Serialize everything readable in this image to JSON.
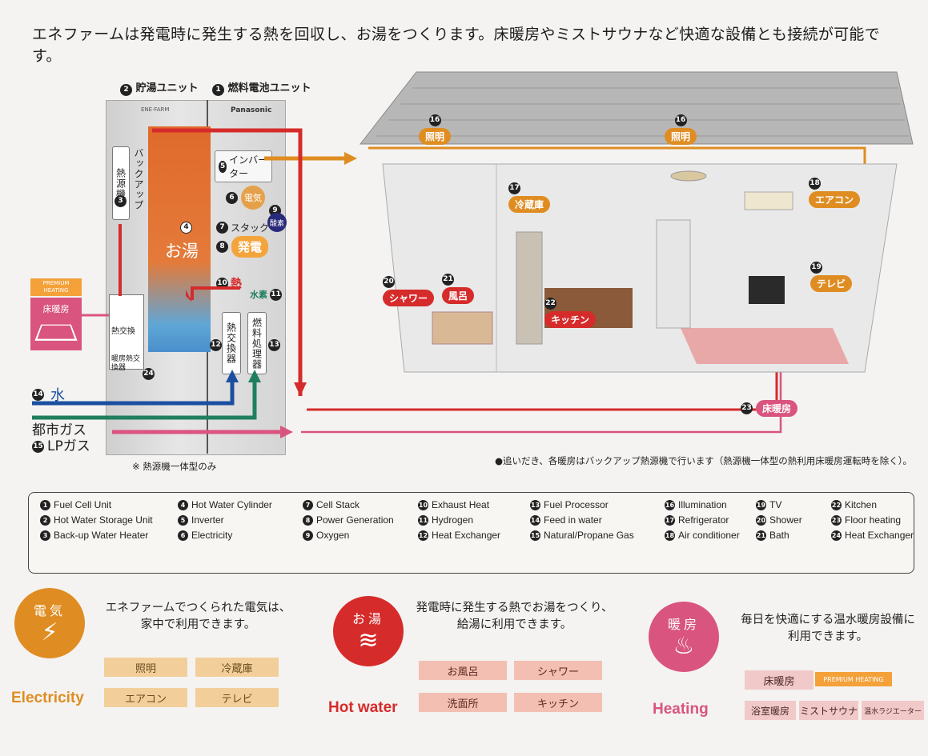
{
  "title": "エネファームは発電時に発生する熱を回収し、お湯をつくります。床暖房やミストサウナなど快適な設備とも接続が可能です。",
  "units": {
    "storage": {
      "num": "2",
      "label": "貯湯ユニット"
    },
    "fuelcell": {
      "num": "1",
      "label": "燃料電池ユニット"
    }
  },
  "cabinet": {
    "brand_left": "ENE·FARM",
    "brand_right": "Panasonic",
    "backup_heater": "熱源機",
    "backup_label": "バックアップ",
    "backup_num": "3",
    "tank_num": "4",
    "tank_label": "お湯",
    "inverter": {
      "num": "5",
      "label": "インバーター"
    },
    "electricity": {
      "num": "6",
      "label": "電気"
    },
    "stack": {
      "num": "7",
      "label": "スタック"
    },
    "power": {
      "num": "8",
      "label": "発電"
    },
    "oxygen": {
      "num": "9",
      "label": "酸素"
    },
    "heat": {
      "num": "10",
      "label": "熱"
    },
    "hydrogen": {
      "num": "11",
      "label": "水素"
    },
    "heat_exchanger": {
      "num": "12",
      "label": "熱交換器"
    },
    "fuel_processor": {
      "num": "13",
      "label": "燃料処理器"
    },
    "heat_exchange_box": "熱交換",
    "heating_exchanger": {
      "num": "24",
      "label": "暖房熱交換器"
    }
  },
  "inputs": {
    "water": {
      "num": "14",
      "label": "水"
    },
    "gas": {
      "num": "15",
      "label_1": "都市ガス",
      "label_2": "LPガス"
    }
  },
  "premium_badge": "PREMIUM HEATING",
  "floor_heat_icon": "床暖房",
  "footnote_left": "※ 熱源機一体型のみ",
  "footnote_right": "●追いだき、各暖房はバックアップ熱源機で行います（熱源機一体型の熱利用床暖房運転時を除く）。",
  "house_tags": {
    "light_a": {
      "num": "16",
      "label": "照明"
    },
    "light_b": {
      "num": "16",
      "label": "照明"
    },
    "fridge": {
      "num": "17",
      "label": "冷蔵庫"
    },
    "aircon": {
      "num": "18",
      "label": "エアコン"
    },
    "tv": {
      "num": "19",
      "label": "テレビ"
    },
    "shower": {
      "num": "20",
      "label": "シャワー"
    },
    "bath": {
      "num": "21",
      "label": "風呂"
    },
    "kitchen": {
      "num": "22",
      "label": "キッチン"
    },
    "floorheat": {
      "num": "23",
      "label": "床暖房"
    }
  },
  "legend": [
    {
      "num": "1",
      "label": "Fuel Cell Unit"
    },
    {
      "num": "4",
      "label": "Hot Water Cylinder"
    },
    {
      "num": "7",
      "label": "Cell Stack"
    },
    {
      "num": "10",
      "label": "Exhaust Heat"
    },
    {
      "num": "13",
      "label": "Fuel Processor"
    },
    {
      "num": "16",
      "label": "Illumination"
    },
    {
      "num": "19",
      "label": "TV"
    },
    {
      "num": "22",
      "label": "Kitchen"
    },
    {
      "num": "2",
      "label": "Hot Water Storage Unit"
    },
    {
      "num": "5",
      "label": "Inverter"
    },
    {
      "num": "8",
      "label": "Power Generation"
    },
    {
      "num": "11",
      "label": "Hydrogen"
    },
    {
      "num": "14",
      "label": "Feed in water"
    },
    {
      "num": "17",
      "label": "Refrigerator"
    },
    {
      "num": "20",
      "label": "Shower"
    },
    {
      "num": "23",
      "label": "Floor heating"
    },
    {
      "num": "3",
      "label": "Back-up Water Heater"
    },
    {
      "num": "6",
      "label": "Electricity"
    },
    {
      "num": "9",
      "label": "Oxygen"
    },
    {
      "num": "12",
      "label": "Heat Exchanger"
    },
    {
      "num": "15",
      "label": "Natural/Propane Gas"
    },
    {
      "num": "18",
      "label": "Air conditioner"
    },
    {
      "num": "21",
      "label": "Bath"
    },
    {
      "num": "24",
      "label": "Heat Exchanger"
    }
  ],
  "features": {
    "electricity": {
      "kanji": "電気",
      "en": "Electricity",
      "desc_1": "エネファームでつくられた電気は、",
      "desc_2": "家中で利用できます。",
      "items": [
        "照明",
        "冷蔵庫",
        "エアコン",
        "テレビ"
      ],
      "color": "#df8d22"
    },
    "hotwater": {
      "kanji": "お湯",
      "en": "Hot water",
      "desc_1": "発電時に発生する熱でお湯をつくり、",
      "desc_2": "給湯に利用できます。",
      "items": [
        "お風呂",
        "シャワー",
        "洗面所",
        "キッチン"
      ],
      "color": "#d62b2b"
    },
    "heating": {
      "kanji": "暖房",
      "en": "Heating",
      "desc_1": "毎日を快適にする温水暖房設備に",
      "desc_2": "利用できます。",
      "items": [
        "床暖房",
        "PREMIUM HEATING",
        "浴室暖房",
        "ミストサウナ",
        "温水ラジエーター"
      ],
      "color": "#d9547e"
    }
  }
}
